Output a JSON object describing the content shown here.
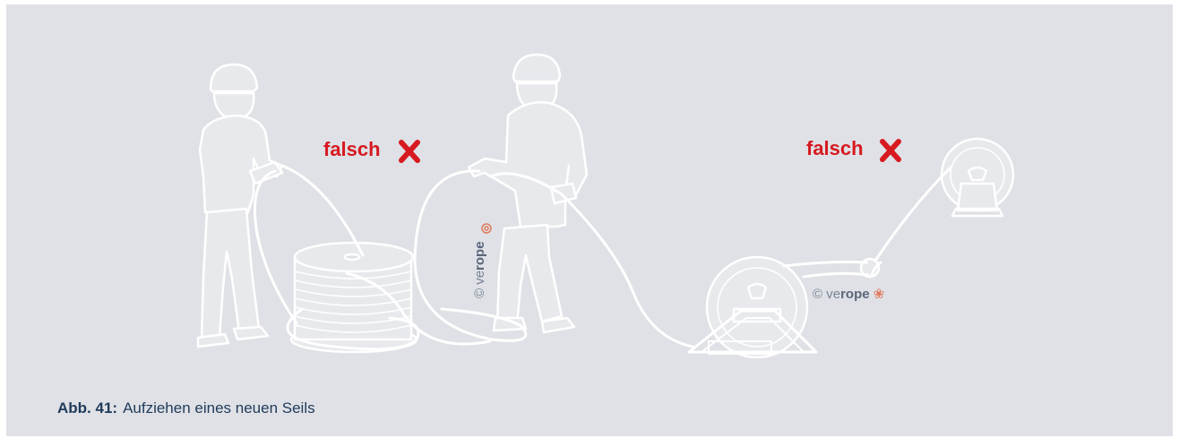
{
  "labels": {
    "wrong_left": "falsch",
    "wrong_right": "falsch"
  },
  "watermark": {
    "prefix": "© ve",
    "brand": "rope"
  },
  "caption": {
    "number": "Abb. 41:",
    "text": "Aufziehen eines neuen Seils"
  },
  "colors": {
    "panel_background": "#dfe1e6",
    "line_art_stroke": "#ffffff",
    "wrong_mark": "#d71920",
    "caption_text": "#1f3a5a",
    "logo_accent": "#e07a5f"
  },
  "icons": [
    "cross-mark-icon",
    "verope-logo-icon"
  ]
}
